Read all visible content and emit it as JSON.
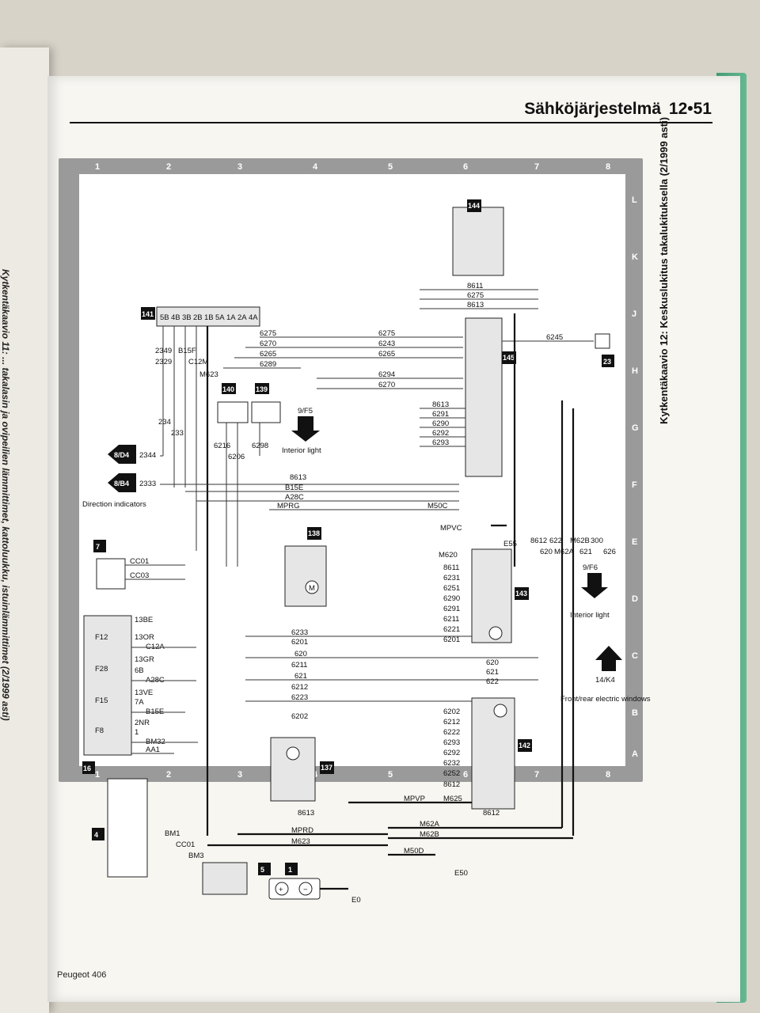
{
  "header": {
    "title": "Sähköjärjestelmä",
    "page_number": "12•51"
  },
  "left_page": {
    "text": "Kytkentäkaavio 11: ... takalasin ja ovipeilien lämmittimet, kattoluukku, istuinlämmittimet (2/1999 asti)"
  },
  "caption": "Kytkentäkaavio 12: Keskuslukitus takalukituksella (2/1999 asti)",
  "footer": "Peugeot 406",
  "grid": {
    "columns": [
      "1",
      "2",
      "3",
      "4",
      "5",
      "6",
      "7",
      "8"
    ],
    "rows": [
      "L",
      "K",
      "J",
      "H",
      "G",
      "F",
      "E",
      "D",
      "C",
      "B",
      "A"
    ]
  },
  "components": [
    {
      "id": "141"
    },
    {
      "id": "140"
    },
    {
      "id": "139"
    },
    {
      "id": "144"
    },
    {
      "id": "145"
    },
    {
      "id": "23"
    },
    {
      "id": "138"
    },
    {
      "id": "143"
    },
    {
      "id": "142"
    },
    {
      "id": "137"
    },
    {
      "id": "7"
    },
    {
      "id": "16"
    },
    {
      "id": "4"
    },
    {
      "id": "5"
    },
    {
      "id": "1"
    }
  ],
  "ground_labels": [
    "E55",
    "E50",
    "E0"
  ],
  "arrows": [
    {
      "ref": "9/F5",
      "text": "Interior light"
    },
    {
      "ref": "8/D4",
      "text": "2344"
    },
    {
      "ref": "8/B4",
      "text": "2333"
    },
    {
      "ref": "9/F6",
      "text": "Interior light"
    },
    {
      "ref": "14/K4",
      "text": "Front/rear electric windows"
    }
  ],
  "side_labels": {
    "direction_indicators": "Direction indicators"
  },
  "wire_rows_left": [
    "6275",
    "6270",
    "6265",
    "6289"
  ],
  "wire_rows_right": [
    "6275",
    "6243",
    "6265",
    "6294",
    "6270"
  ],
  "wire_rows_145": [
    "8613",
    "6291",
    "6290",
    "6292",
    "6293"
  ],
  "wire_rows_144": [
    "8611",
    "6275",
    "8613"
  ],
  "connector_141_pins": [
    "5B",
    "4B",
    "3B",
    "2B",
    "1B",
    "5A",
    "1A",
    "2A",
    "4A"
  ],
  "vertical_141": [
    "2349",
    "2329",
    "B15F",
    "C12M",
    "M623"
  ],
  "mid_labels": {
    "w234": "234",
    "w233": "233",
    "w8613": "8613",
    "b15e": "B15E",
    "a28c": "A28C",
    "mprg": "MPRG",
    "m50c": "M50C",
    "mpvc": "MPVC",
    "m620": "M620",
    "w6245": "6245",
    "w6216": "6216",
    "w6206": "6206",
    "w6298": "6298"
  },
  "block_143": [
    "8611",
    "6231",
    "6251",
    "6290",
    "6291",
    "6211",
    "6221",
    "6201"
  ],
  "block_142": [
    "6202",
    "6212",
    "6222",
    "6293",
    "6292",
    "6232",
    "6252",
    "8612"
  ],
  "bus_wires": [
    "6233",
    "6201",
    "620",
    "6211",
    "621",
    "6212",
    "6223",
    "6202"
  ],
  "right_wires": [
    "620",
    "621",
    "622"
  ],
  "fuse_block": [
    {
      "pin": "13BE",
      "label": "F12",
      "wire": "C12A",
      "conn": "13OR"
    },
    {
      "pin": "13GR",
      "label": "F28",
      "wire": "A28C",
      "conn": "6B"
    },
    {
      "pin": "13VE",
      "label": "F15",
      "wire": "B15E",
      "conn": "7A"
    },
    {
      "pin": "2NR",
      "label": "F8",
      "wire": "BM32",
      "conn": "1"
    }
  ],
  "vertical_bottom": [
    "8612",
    "620",
    "622",
    "M62A",
    "M62B",
    "621",
    "300",
    "626"
  ],
  "bottom_labels": {
    "mpvp": "MPVP",
    "m625": "M625",
    "mprd": "MPRD",
    "m62a": "M62A",
    "m62b": "M62B",
    "m623": "M623",
    "m50d": "M50D",
    "aa1": "AA1",
    "bm1": "BM1",
    "cc01": "CC01",
    "bm3": "BM3",
    "cc03": "CC03",
    "w8613b": "8613",
    "w8612": "8612"
  }
}
